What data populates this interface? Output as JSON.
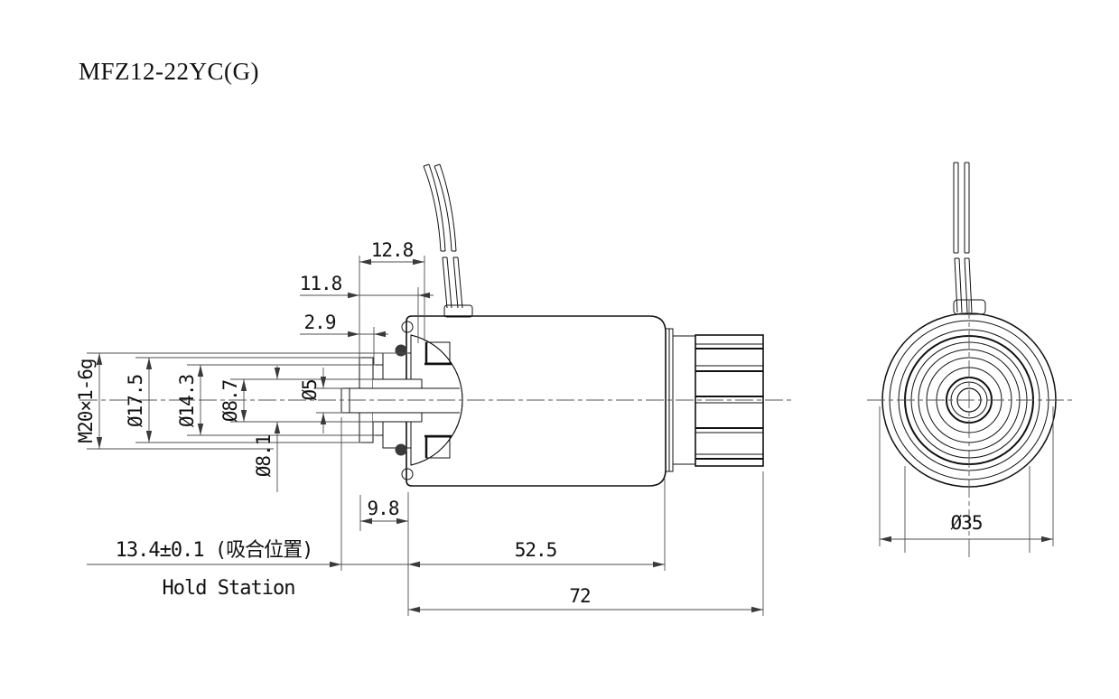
{
  "page": {
    "background": "#ffffff",
    "object_line_color": "#111111",
    "dimension_line_color": "#4d4d4d"
  },
  "title": "MFZ12-22YC(G)",
  "views": {
    "side_view": "side-cross-section-view",
    "end_view": "end-circular-view"
  },
  "dimensions": {
    "top": {
      "d12_8": "12.8",
      "d11_8": "11.8",
      "d2_9": "2.9"
    },
    "left": {
      "thread": "M20×1-6g",
      "d17_5": "Ø17.5",
      "d14_3": "Ø14.3",
      "d8_7": "Ø8.7",
      "d5": "Ø5",
      "d8_1": "Ø8.1"
    },
    "bottom": {
      "d9_8": "9.8",
      "hold_position_cn": "13.4±0.1 (吸合位置)",
      "hold_position_en": "Hold Station",
      "d52_5": "52.5",
      "d72": "72"
    },
    "end_view": {
      "d35": "Ø35"
    }
  }
}
